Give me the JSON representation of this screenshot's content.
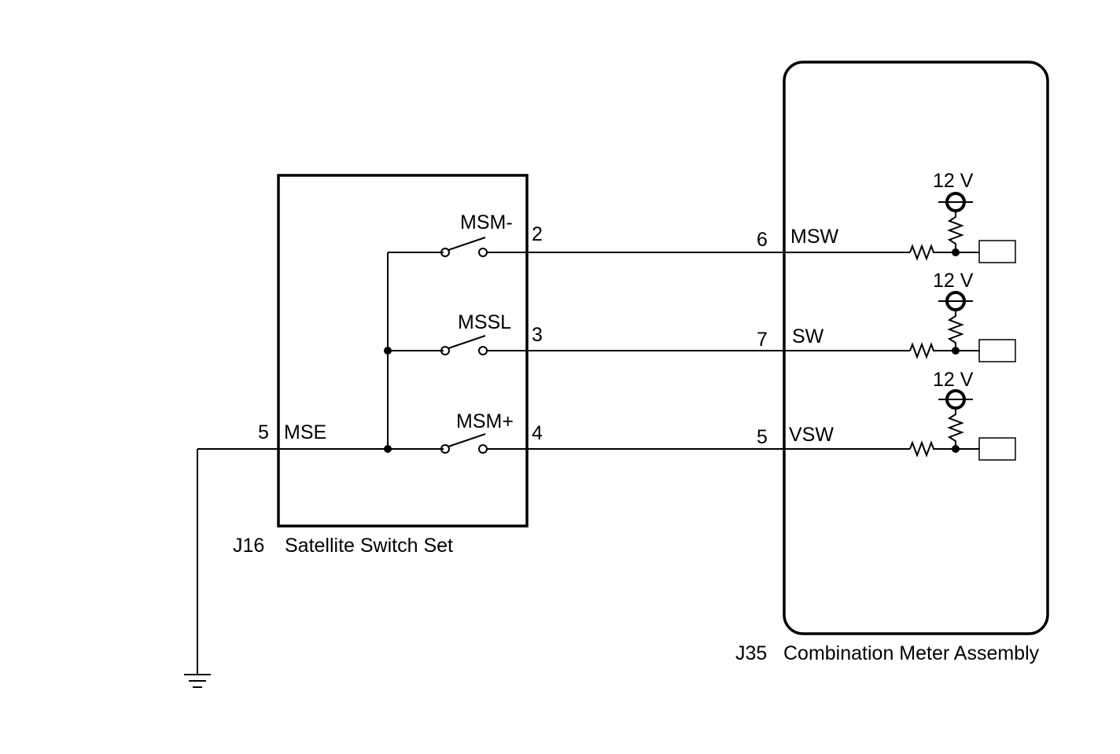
{
  "switch_set": {
    "connector": "J16",
    "name": "Satellite Switch Set",
    "ground_pin": "5",
    "ground_label": "MSE",
    "switches": [
      {
        "label": "MSM-",
        "pin": "2"
      },
      {
        "label": "MSSL",
        "pin": "3"
      },
      {
        "label": "MSM+",
        "pin": "4"
      }
    ]
  },
  "meter": {
    "connector": "J35",
    "name": "Combination Meter Assembly",
    "inputs": [
      {
        "pin": "6",
        "label": "MSW",
        "supply": "12 V"
      },
      {
        "pin": "7",
        "label": "SW",
        "supply": "12 V"
      },
      {
        "pin": "5",
        "label": "VSW",
        "supply": "12 V"
      }
    ]
  }
}
